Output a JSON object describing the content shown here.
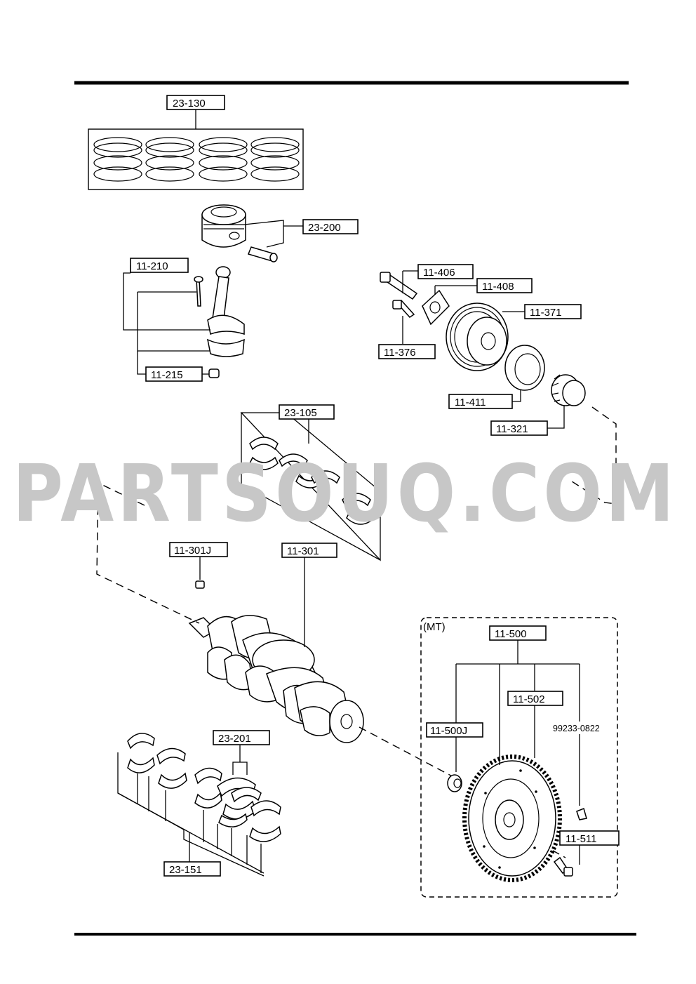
{
  "watermark": "PARTSOUQ.COM",
  "group_labels": {
    "mt": "(MT)"
  },
  "callouts": {
    "c23_130": "23-130",
    "c23_200": "23-200",
    "c11_210": "11-210",
    "c11_215": "11-215",
    "c11_406": "11-406",
    "c11_408": "11-408",
    "c11_371": "11-371",
    "c11_376": "11-376",
    "c11_411": "11-411",
    "c11_321": "11-321",
    "c23_105": "23-105",
    "c11_301J": "11-301J",
    "c11_301": "11-301",
    "c11_500": "11-500",
    "c11_502": "11-502",
    "c11_500J": "11-500J",
    "c23_201": "23-201",
    "c23_151": "23-151",
    "c11_511": "11-511"
  },
  "plain_labels": {
    "bolt_99233": "99233-0822"
  }
}
